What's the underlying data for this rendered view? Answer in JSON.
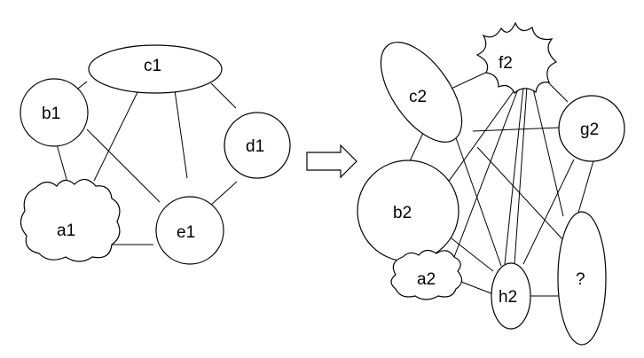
{
  "graph_left": {
    "nodes": [
      {
        "id": "c1",
        "label": "c1"
      },
      {
        "id": "b1",
        "label": "b1"
      },
      {
        "id": "d1",
        "label": "d1"
      },
      {
        "id": "a1",
        "label": "a1"
      },
      {
        "id": "e1",
        "label": "e1"
      }
    ]
  },
  "graph_right": {
    "nodes": [
      {
        "id": "f2",
        "label": "f2"
      },
      {
        "id": "c2",
        "label": "c2"
      },
      {
        "id": "g2",
        "label": "g2"
      },
      {
        "id": "b2",
        "label": "b2"
      },
      {
        "id": "a2",
        "label": "a2"
      },
      {
        "id": "h2",
        "label": "h2"
      },
      {
        "id": "q",
        "label": "?"
      }
    ]
  }
}
